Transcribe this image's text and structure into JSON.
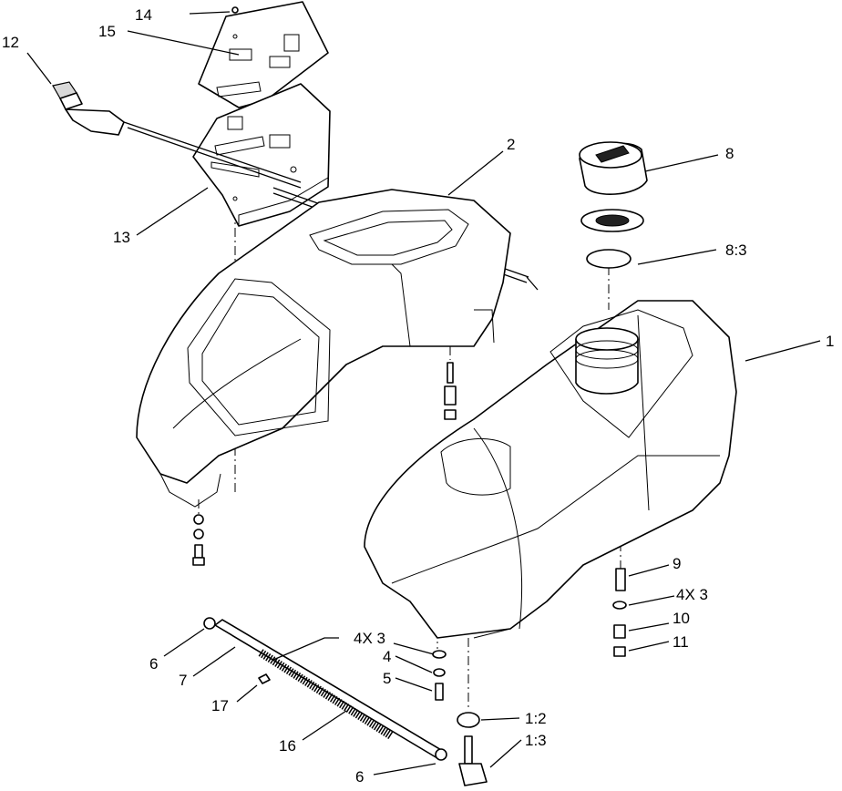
{
  "callouts": [
    {
      "id": "c14",
      "text": "14"
    },
    {
      "id": "c15",
      "text": "15"
    },
    {
      "id": "c12",
      "text": "12"
    },
    {
      "id": "c13",
      "text": "13"
    },
    {
      "id": "c2",
      "text": "2"
    },
    {
      "id": "c8",
      "text": "8"
    },
    {
      "id": "c8_3",
      "text": "8:3"
    },
    {
      "id": "c1",
      "text": "1"
    },
    {
      "id": "c9",
      "text": "9"
    },
    {
      "id": "c4x3_right",
      "text": "4X 3"
    },
    {
      "id": "c10",
      "text": "10"
    },
    {
      "id": "c11",
      "text": "11"
    },
    {
      "id": "c4x3_center",
      "text": "4X 3"
    },
    {
      "id": "c4",
      "text": "4"
    },
    {
      "id": "c5",
      "text": "5"
    },
    {
      "id": "c6_top",
      "text": "6"
    },
    {
      "id": "c7",
      "text": "7"
    },
    {
      "id": "c17",
      "text": "17"
    },
    {
      "id": "c16",
      "text": "16"
    },
    {
      "id": "c1_2",
      "text": "1:2"
    },
    {
      "id": "c1_3",
      "text": "1:3"
    },
    {
      "id": "c6_bottom",
      "text": "6"
    }
  ]
}
